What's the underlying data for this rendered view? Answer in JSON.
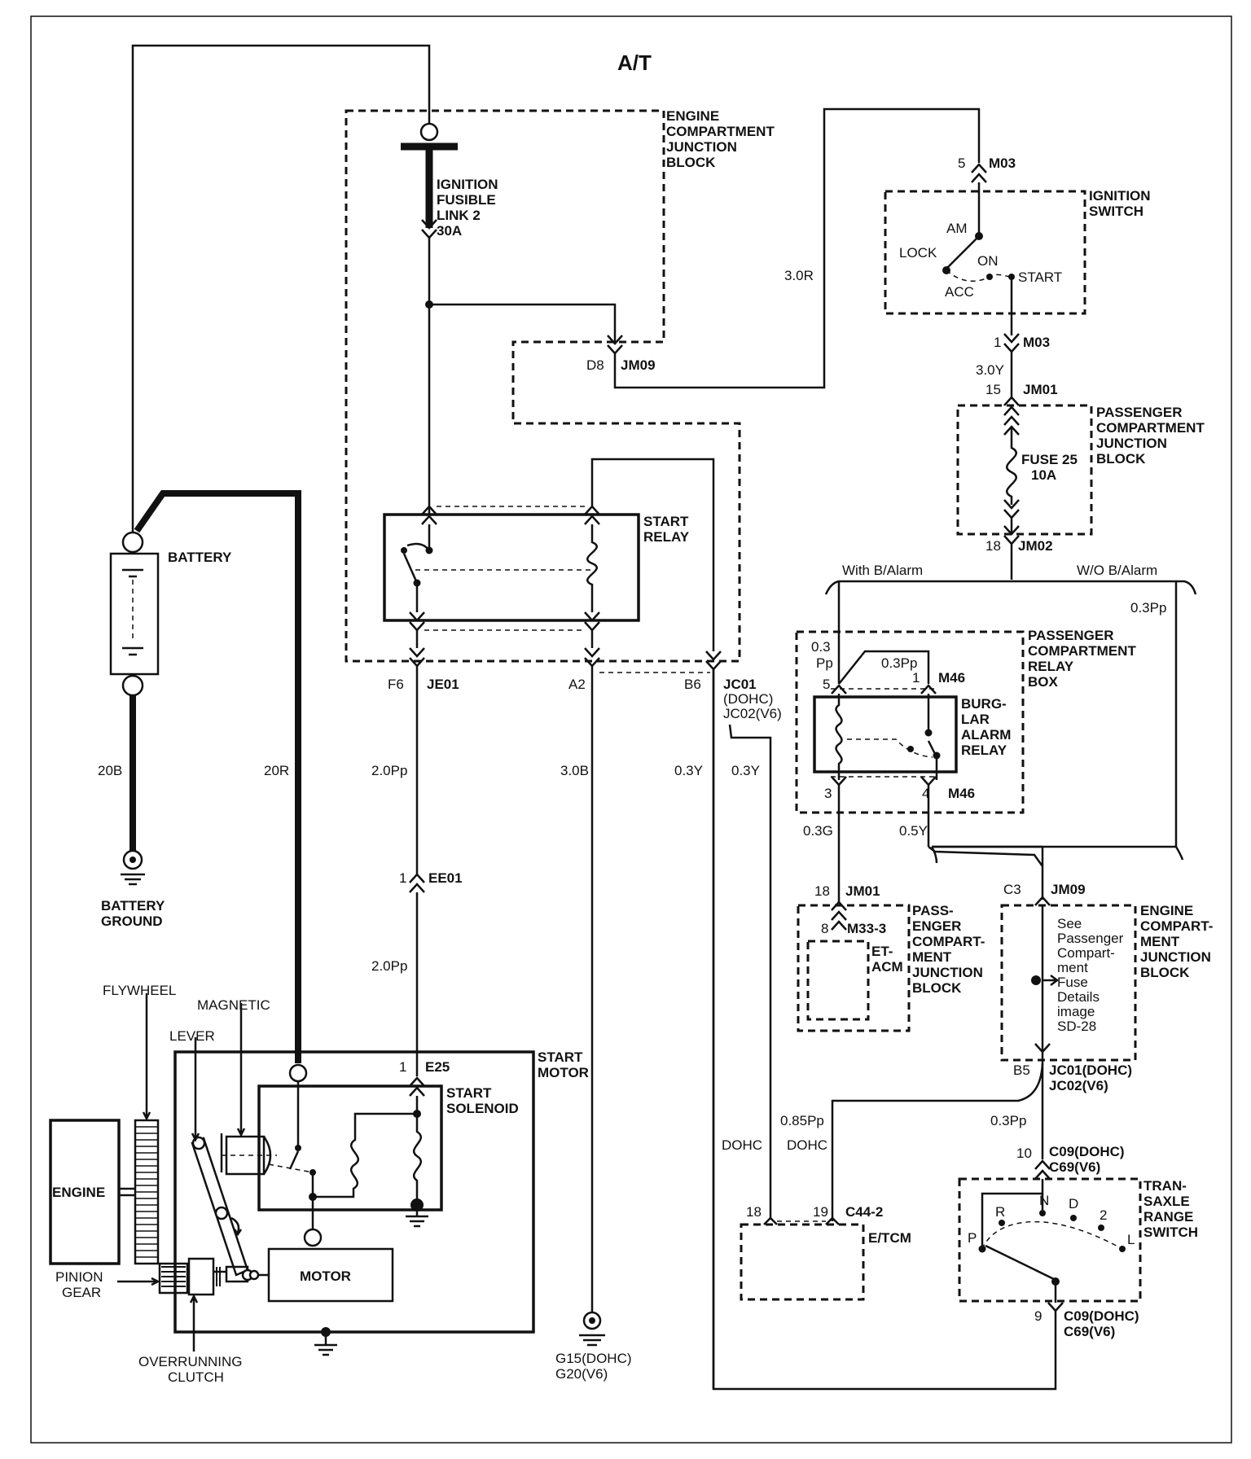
{
  "title": "A/T",
  "components": {
    "engine_compartment_jb": [
      "ENGINE",
      "COMPARTMENT",
      "JUNCTION",
      "BLOCK"
    ],
    "ignition_fusible_link": [
      "IGNITION",
      "FUSIBLE",
      "LINK 2",
      "30A"
    ],
    "start_relay": [
      "START",
      "RELAY"
    ],
    "battery": "BATTERY",
    "battery_ground": [
      "BATTERY",
      "GROUND"
    ],
    "ignition_switch": [
      "IGNITION",
      "SWITCH"
    ],
    "ignition_positions": {
      "am": "AM",
      "lock": "LOCK",
      "on": "ON",
      "acc": "ACC",
      "start": "START"
    },
    "passenger_cjb_top": [
      "PASSENGER",
      "COMPARTMENT",
      "JUNCTION",
      "BLOCK"
    ],
    "fuse25": [
      "FUSE 25",
      "10A"
    ],
    "passenger_relay_box": [
      "PASSENGER",
      "COMPARTMENT",
      "RELAY",
      "BOX"
    ],
    "burglar_alarm_relay": [
      "BURG-",
      "LAR",
      "ALARM",
      "RELAY"
    ],
    "with_balarm": "With B/Alarm",
    "wo_balarm": "W/O B/Alarm",
    "pass_cjb_bottom": [
      "PASS-",
      "ENGER",
      "COMPART-",
      "MENT",
      "JUNCTION",
      "BLOCK"
    ],
    "et_acm": [
      "ET-",
      "ACM"
    ],
    "engine_cjb_bottom": [
      "ENGINE",
      "COMPART-",
      "MENT",
      "JUNCTION",
      "BLOCK"
    ],
    "see_note": [
      "See",
      "Passenger",
      "Compart-",
      "ment",
      "Fuse",
      "Details",
      "image",
      "SD-28"
    ],
    "start_motor": [
      "START",
      "MOTOR"
    ],
    "start_solenoid": [
      "START",
      "SOLENOID"
    ],
    "motor": "MOTOR",
    "engine": "ENGINE",
    "flywheel": "FLYWHEEL",
    "magnetic": "MAGNETIC",
    "lever": "LEVER",
    "pinion_gear": [
      "PINION",
      "GEAR"
    ],
    "overrunning_clutch": [
      "OVERRUNNING",
      "CLUTCH"
    ],
    "g15": [
      "G15(DOHC)",
      "G20(V6)"
    ],
    "etcm": "E/TCM",
    "transaxle": [
      "TRAN-",
      "SAXLE",
      "RANGE",
      "SWITCH"
    ],
    "gear_positions": {
      "r": "R",
      "n": "N",
      "d": "D",
      "two": "2",
      "p": "P",
      "l": "L"
    }
  },
  "connectors": {
    "m03_5": {
      "pin": "5",
      "name": "M03"
    },
    "m03_1": {
      "pin": "1",
      "name": "M03"
    },
    "jm09_top": {
      "pin": "D8",
      "name": "JM09"
    },
    "jm01_top": {
      "pin": "15",
      "name": "JM01"
    },
    "jm02": {
      "pin": "18",
      "name": "JM02"
    },
    "je01": {
      "pin": "F6",
      "name": "JE01"
    },
    "a2": "A2",
    "b6": "B6",
    "jc_top": [
      "JC01",
      "(DOHC)",
      "JC02(V6)"
    ],
    "m46_1": {
      "pin": "1",
      "name": "M46"
    },
    "m46_4": {
      "pin": "4",
      "name": "M46"
    },
    "pin5": "5",
    "pin3": "3",
    "ee01": {
      "pin": "1",
      "name": "EE01"
    },
    "e25": {
      "pin": "1",
      "name": "E25"
    },
    "jm01_bottom": {
      "pin": "18",
      "name": "JM01"
    },
    "m33": {
      "pin": "8",
      "name": "M33-3"
    },
    "jm09_bottom": {
      "pin": "C3",
      "name": "JM09"
    },
    "jc_bottom": {
      "pin": "B5",
      "lines": [
        "JC01(DOHC)",
        "JC02(V6)"
      ]
    },
    "c09_top": {
      "pin": "10",
      "lines": [
        "C09(DOHC)",
        "C69(V6)"
      ]
    },
    "c09_bottom": {
      "pin": "9",
      "lines": [
        "C09(DOHC)",
        "C69(V6)"
      ]
    },
    "c44": {
      "pin18": "18",
      "pin19": "19",
      "name": "C44-2"
    }
  },
  "wires": {
    "w_30r": "3.0R",
    "w_30y": "3.0Y",
    "w_03pp_right": "0.3Pp",
    "w_03pp_relay": [
      "0.3",
      "Pp"
    ],
    "w_03pp_inner": "0.3Pp",
    "w_03g": "0.3G",
    "w_05y": "0.5Y",
    "w_20b": "20B",
    "w_20r": "20R",
    "w_20pp_a": "2.0Pp",
    "w_20pp_b": "2.0Pp",
    "w_30b": "3.0B",
    "w_03y_a": "0.3Y",
    "w_03y_b": "0.3Y",
    "w_085pp": "0.85Pp",
    "w_03pp_bottom": "0.3Pp",
    "dohc_a": "DOHC",
    "dohc_b": "DOHC"
  }
}
